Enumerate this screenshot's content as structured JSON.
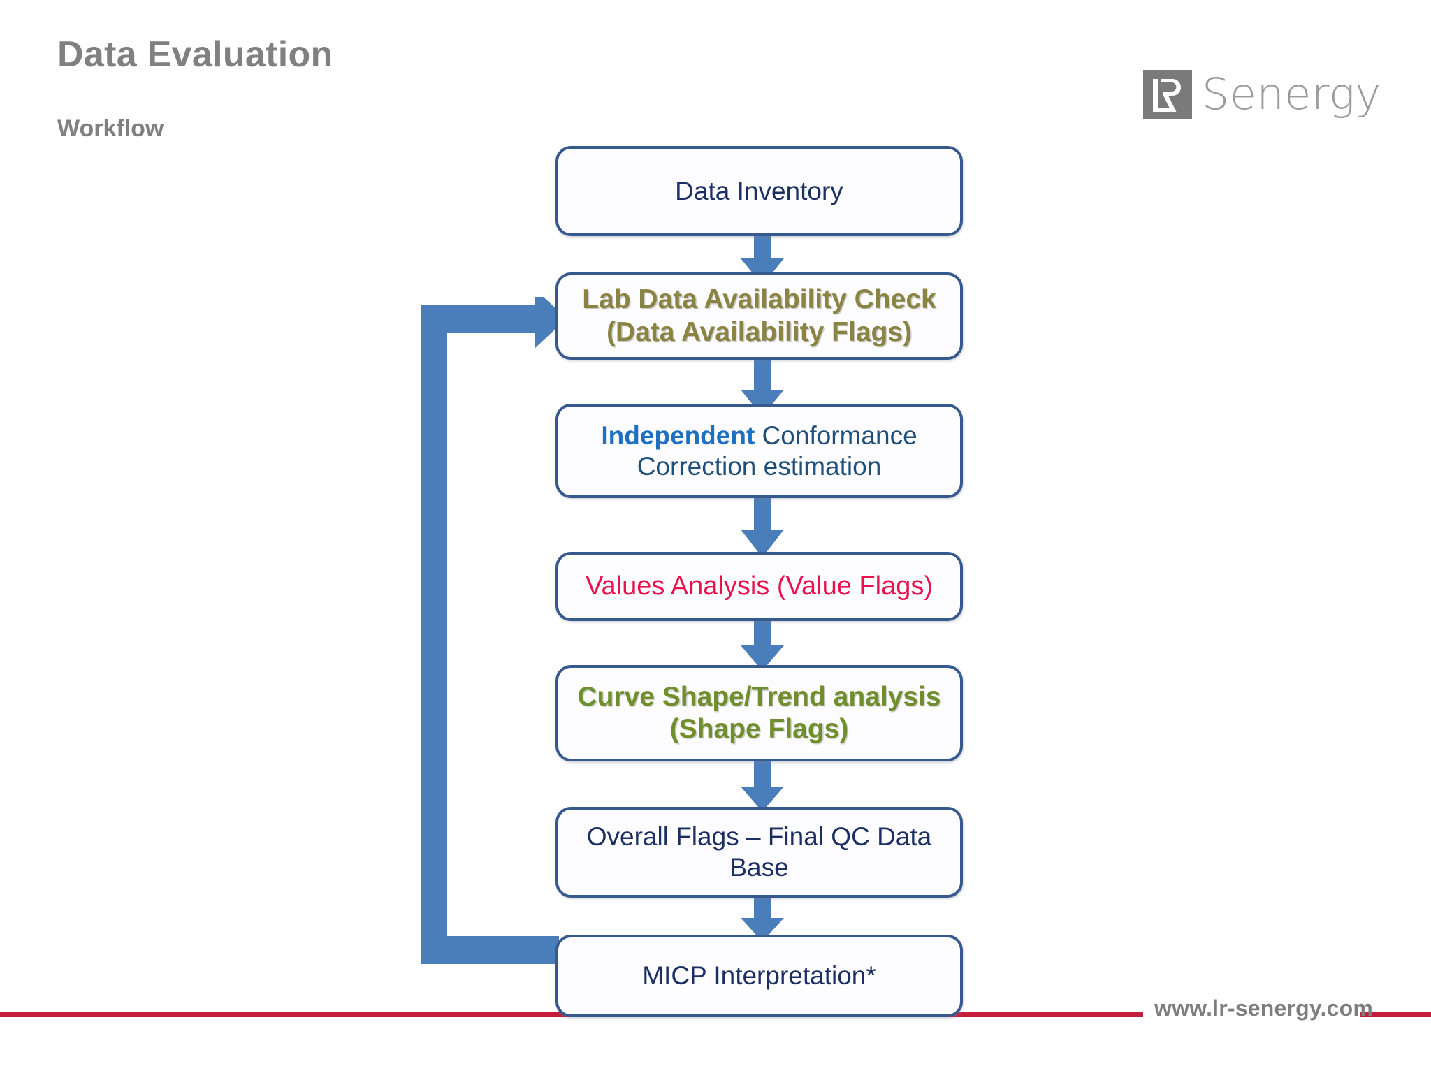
{
  "header": {
    "title": "Data Evaluation",
    "subtitle": "Workflow"
  },
  "brand": {
    "logo_mark_text": "LR",
    "logo_word": "Senergy",
    "logo_mark_color": "#7a7a7a",
    "logo_word_color": "#9a9a9a"
  },
  "flow": {
    "box_border_color": "#36598e",
    "arrow_color": "#4a7ebb",
    "nodes": [
      {
        "id": "data-inventory",
        "label": "Data Inventory",
        "text_color": "#1b2f63"
      },
      {
        "id": "lab-data-availability",
        "label_line1": "Lab Data Availability Check",
        "label_line2": "(Data Availability Flags)",
        "text_color": "#8a8341"
      },
      {
        "id": "conformance-correction",
        "label_bold": "Independent",
        "label_rest": " Conformance",
        "label_line2": "Correction estimation",
        "text_color": "#1f4e79",
        "bold_color": "#1f70c1"
      },
      {
        "id": "values-analysis",
        "label": "Values Analysis (Value Flags)",
        "text_color": "#e8134e"
      },
      {
        "id": "curve-shape-trend",
        "label_line1": "Curve Shape/Trend analysis",
        "label_line2": "(Shape Flags)",
        "text_color": "#6f8f2c"
      },
      {
        "id": "overall-flags",
        "label_line1": "Overall Flags – Final QC Data",
        "label_line2": "Base",
        "text_color": "#1b2f63"
      },
      {
        "id": "micp-interpretation",
        "label": "MICP Interpretation*",
        "text_color": "#1b2f63"
      }
    ],
    "feedback_loop": {
      "from": "micp-interpretation",
      "to": "lab-data-availability",
      "direction": "upward-left-return"
    }
  },
  "footer": {
    "url": "www.lr-senergy.com",
    "rule_color": "#c41e3c",
    "url_color": "#7e7e7e"
  }
}
